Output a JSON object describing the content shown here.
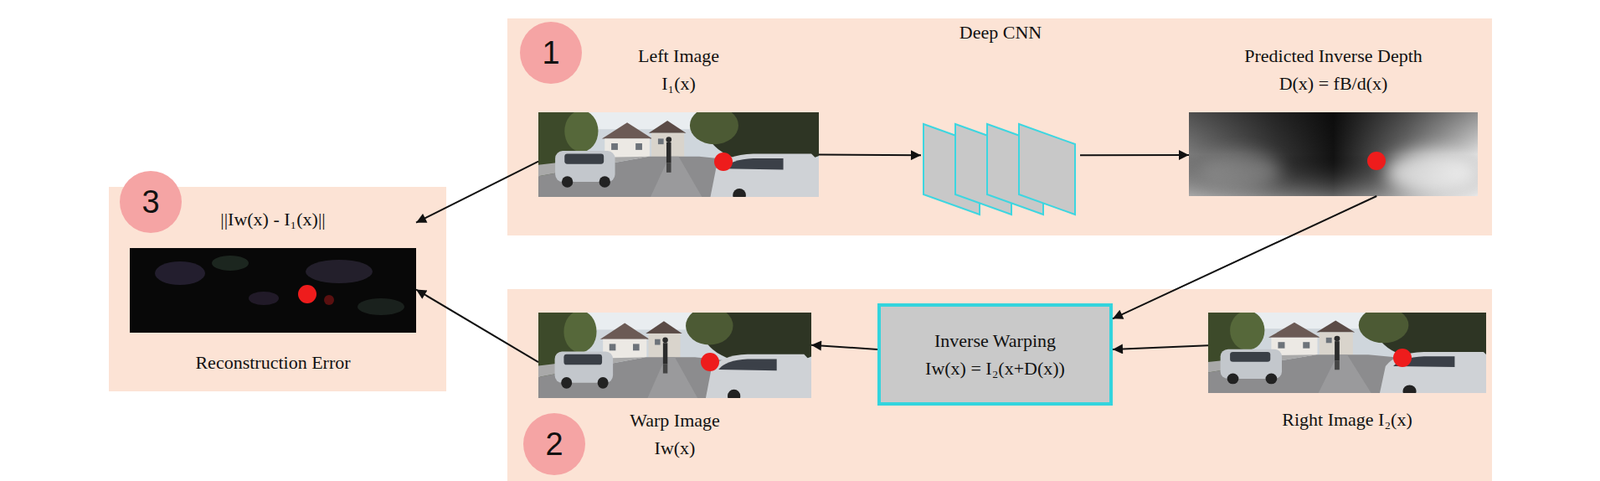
{
  "diagram": {
    "nodes": [
      {
        "text": [
          "1"
        ]
      },
      {
        "text": [
          "Left Image I₁(x)"
        ],
        "in": 0
      },
      {
        "text": [
          "Deep CNN"
        ],
        "in": 0
      },
      {
        "text": [
          "Predicted Inverse Depth D(x) = fB/d(x)"
        ],
        "in": 0
      },
      {
        "text": [
          "2"
        ]
      },
      {
        "text": [
          "Inverse Warping Iw(x) = I₂(x+D(x))"
        ],
        "in": 4
      },
      {
        "text": [
          "Right Image I₂(x)"
        ],
        "in": 4
      },
      {
        "text": [
          "Warp Image Iw(x)"
        ],
        "in": 4
      },
      {
        "text": [
          "3"
        ]
      },
      {
        "text": [
          "||Iw(x) - I₁(x)||",
          "Reconstruction Error"
        ],
        "in": 8
      }
    ],
    "edges": [
      {
        "from": 1,
        "to": 2,
        "arrow": "to"
      },
      {
        "from": 2,
        "to": 3,
        "arrow": "to"
      },
      {
        "from": 3,
        "to": 5,
        "arrow": "to"
      },
      {
        "from": 6,
        "to": 5,
        "arrow": "to"
      },
      {
        "from": 5,
        "to": 7,
        "arrow": "to"
      },
      {
        "from": 1,
        "to": 9,
        "arrow": "to"
      },
      {
        "from": 7,
        "to": 9,
        "arrow": "to"
      }
    ]
  }
}
